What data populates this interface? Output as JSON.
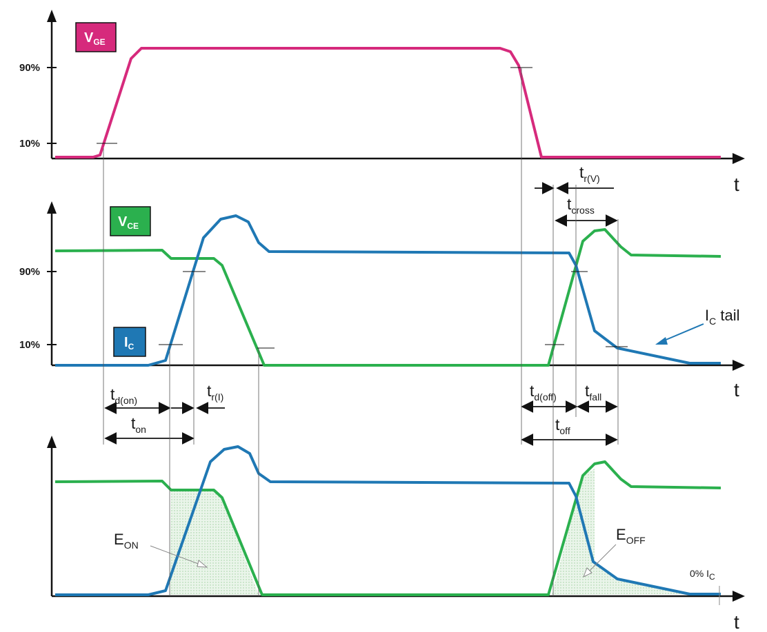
{
  "colors": {
    "vge": "#d62a7c",
    "vce": "#2bb04e",
    "ic": "#1f78b4",
    "fill": "#cfe8cf",
    "axis": "#111111"
  },
  "panel1": {
    "ticks": [
      "90%",
      "10%"
    ],
    "axis_label": "t",
    "signal_label": {
      "main": "V",
      "sub": "GE"
    }
  },
  "panel2": {
    "ticks": [
      "90%",
      "10%"
    ],
    "axis_label": "t",
    "vce_label": {
      "main": "V",
      "sub": "CE"
    },
    "ic_label": {
      "main": "I",
      "sub": "C"
    },
    "ic_tail": {
      "main": "I",
      "sub": "C",
      "rest": " tail"
    },
    "times": {
      "tr_v": {
        "main": "t",
        "sub": "r(V)"
      },
      "tcross": {
        "main": "t",
        "sub": "cross"
      }
    }
  },
  "timing": {
    "td_on": {
      "main": "t",
      "sub": "d(on)"
    },
    "tr_i": {
      "main": "t",
      "sub": "r(I)"
    },
    "ton": {
      "main": "t",
      "sub": "on"
    },
    "td_off": {
      "main": "t",
      "sub": "d(off)"
    },
    "tfall": {
      "main": "t",
      "sub": "fall"
    },
    "toff": {
      "main": "t",
      "sub": "off"
    }
  },
  "panel3": {
    "axis_label": "t",
    "eon": {
      "main": "E",
      "sub": "ON"
    },
    "eoff": {
      "main": "E",
      "sub": "OFF"
    },
    "ic_zero": {
      "main": "0% I",
      "sub": "C"
    }
  }
}
